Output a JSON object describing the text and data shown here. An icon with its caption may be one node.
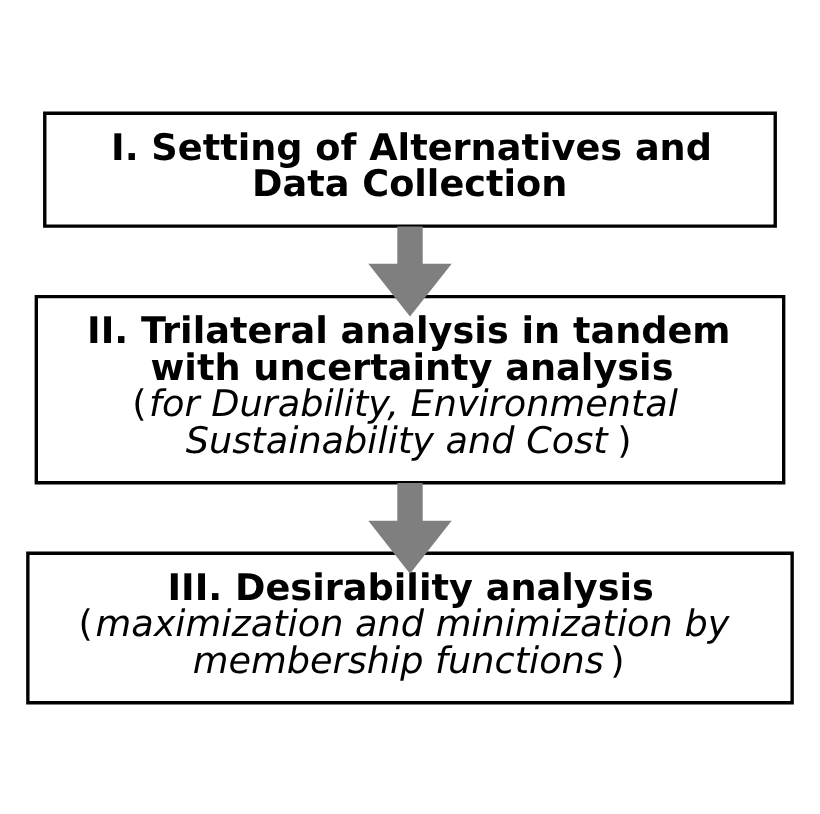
{
  "diagram": {
    "nodes": [
      {
        "text": [
          "I. Setting of Alternatives and Data Collection"
        ]
      },
      {
        "text": [
          "II. Trilateral analysis in tandem with uncertainty analysis",
          "(*for Durability, Environmental Sustainability and Cost*)"
        ]
      },
      {
        "text": [
          "III. Desirability analysis",
          "(*maximization and minimization by membership functions*)"
        ]
      }
    ],
    "edges": [
      {
        "from": 0,
        "to": 1,
        "arrow": "to"
      },
      {
        "from": 1,
        "to": 2,
        "arrow": "to"
      }
    ]
  }
}
